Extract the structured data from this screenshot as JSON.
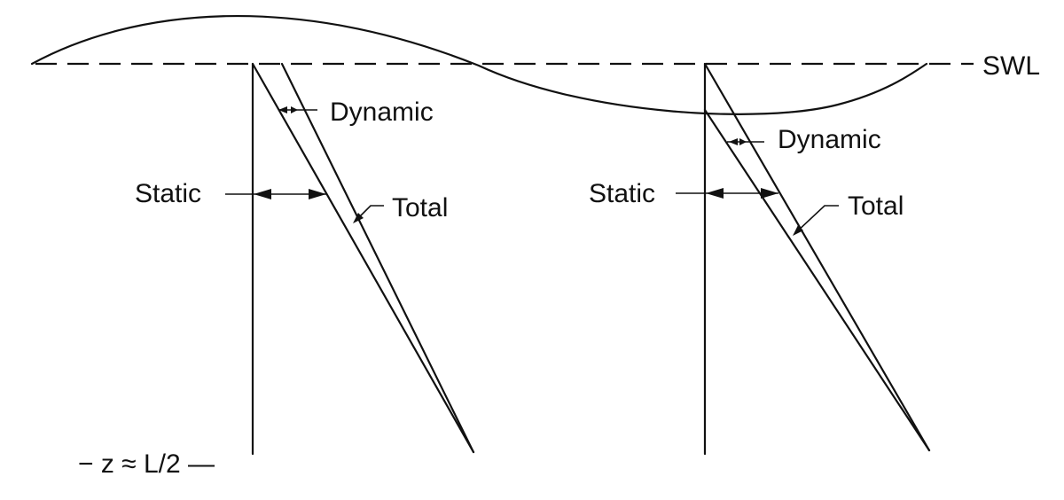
{
  "labels": {
    "swl": "SWL",
    "dynamic_left": "Dynamic",
    "static_left": "Static",
    "total_left": "Total",
    "dynamic_right": "Dynamic",
    "static_right": "Static",
    "total_right": "Total",
    "depth": "− z ≈ L/2  —"
  }
}
